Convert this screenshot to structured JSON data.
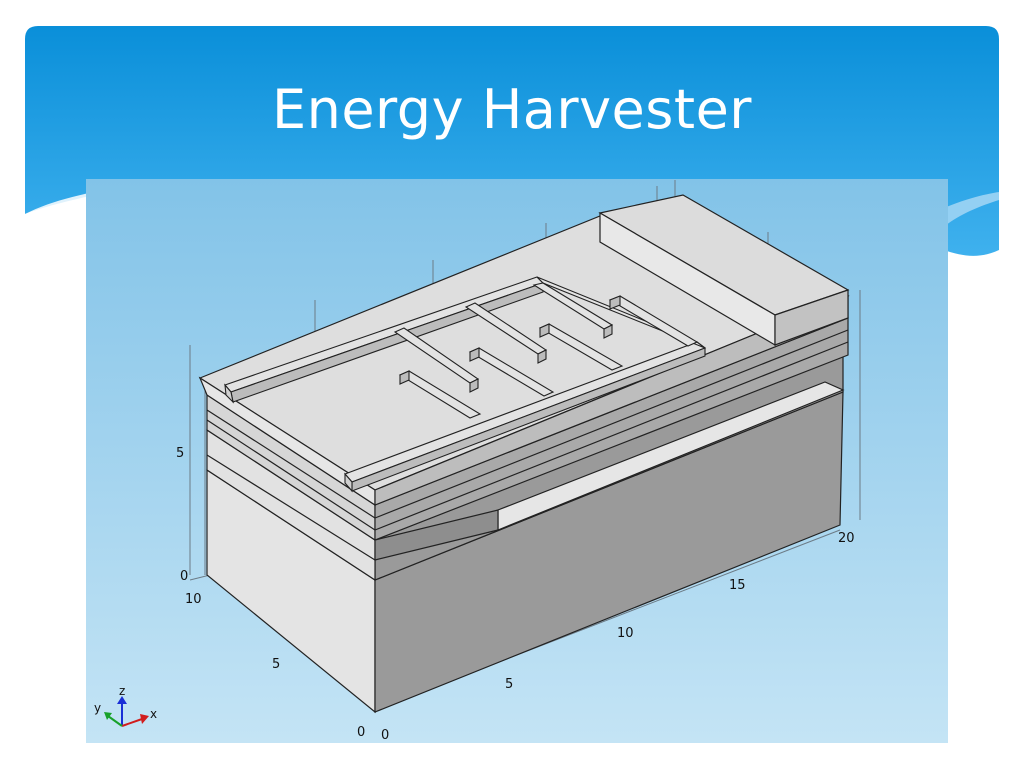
{
  "slide": {
    "title": "Energy Harvester"
  },
  "colors": {
    "header_blue_dark": "#0a8fd9",
    "header_blue_light": "#3fb1ee",
    "figure_bg_top": "#82c3e8",
    "figure_bg_bottom": "#c4e4f5",
    "solid_light": "#e4e4e4",
    "solid_top": "#dadada",
    "solid_dark": "#9a9a9a",
    "solid_edge": "#222222"
  },
  "figure": {
    "description_type": "3D CAD geometry view",
    "axis_ticks": {
      "vertical": [
        "0",
        "5"
      ],
      "depth": [
        "0",
        "5",
        "10"
      ],
      "horizontal": [
        "0",
        "5",
        "10",
        "15",
        "20"
      ]
    },
    "orientation_triad": {
      "x_label": "x",
      "y_label": "y",
      "z_label": "z"
    }
  }
}
